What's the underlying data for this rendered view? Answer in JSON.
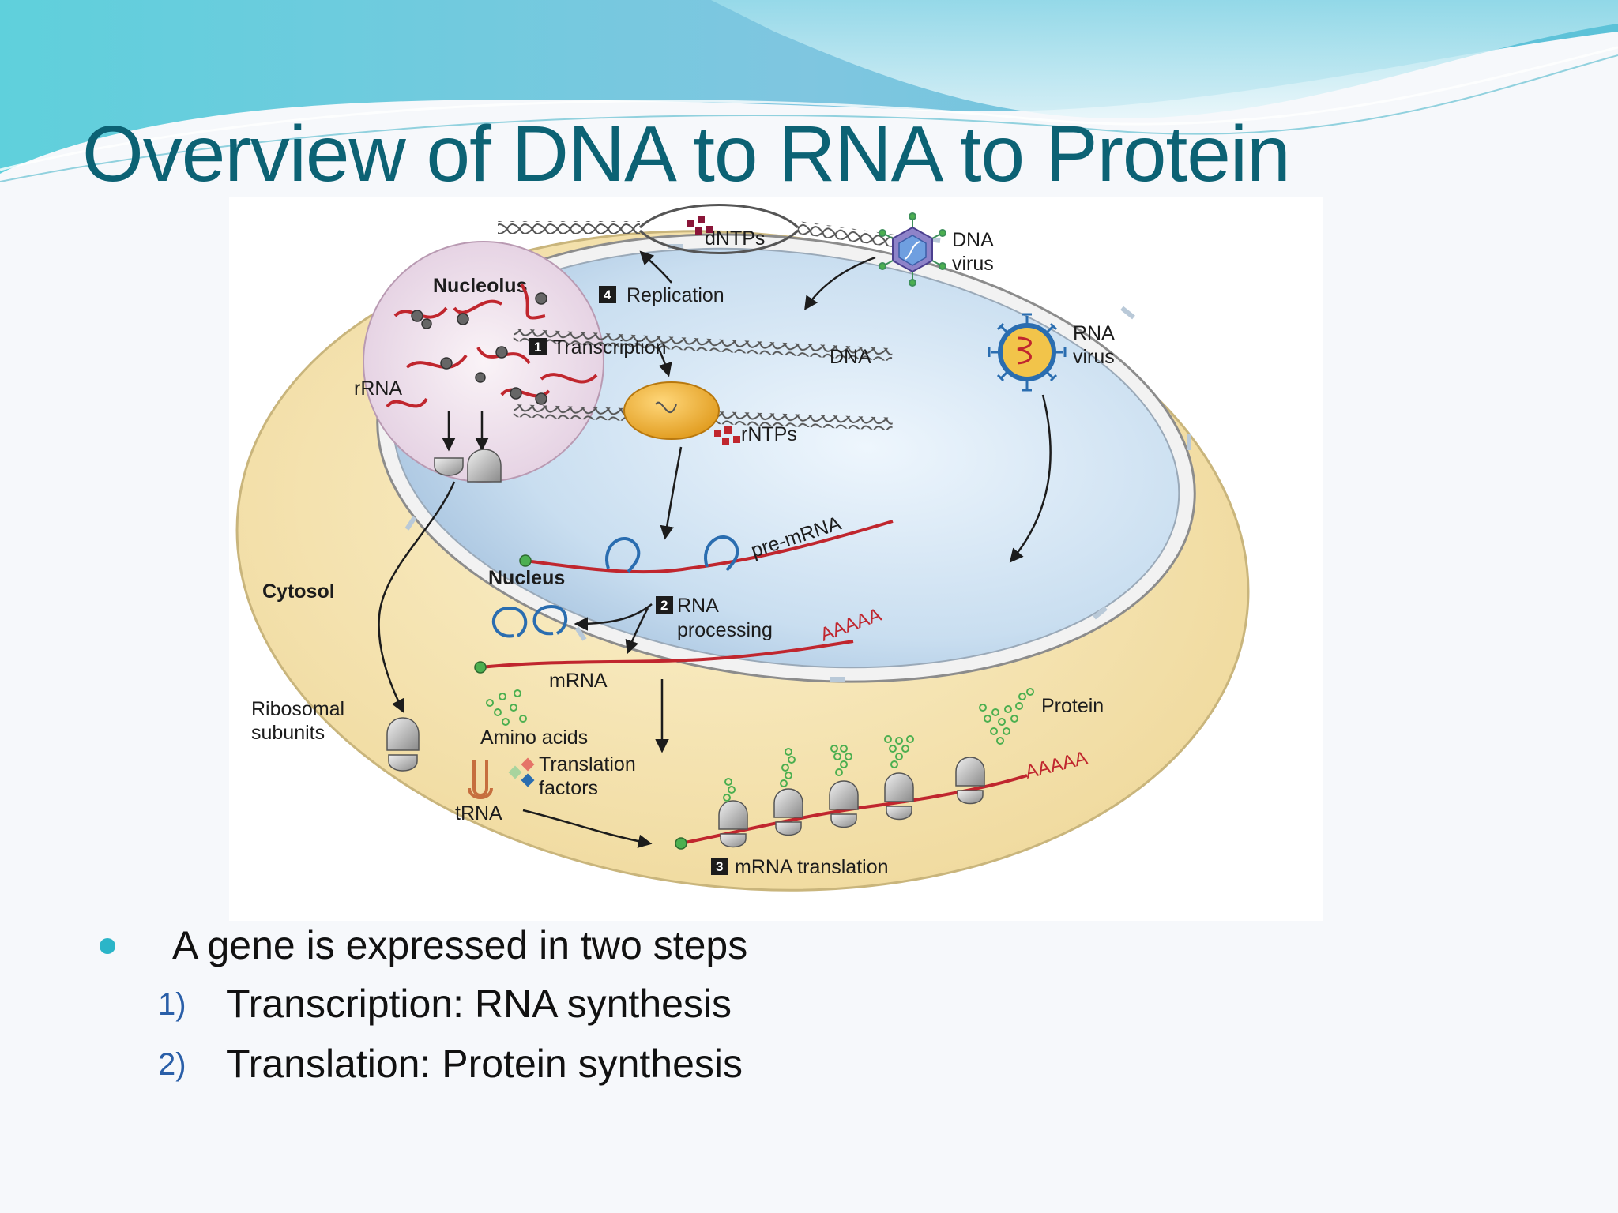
{
  "slide": {
    "title": "Overview of DNA to RNA to Protein"
  },
  "figure": {
    "cytosol": "Cytosol",
    "nucleus": "Nucleus",
    "nucleolus": "Nucleolus",
    "rrna": "rRNA",
    "dntps": "dNTPs",
    "replication": "Replication",
    "transcription": "Transcription",
    "dna": "DNA",
    "rntps": "rNTPs",
    "pre_mrna": "pre-mRNA",
    "rna": "RNA",
    "processing": "processing",
    "aaaaa": "AAAAA",
    "mrna": "mRNA",
    "dna_virus_line1": "DNA",
    "dna_virus_line2": "virus",
    "rna_virus_line1": "RNA",
    "rna_virus_line2": "virus",
    "ribosomal_line1": "Ribosomal",
    "ribosomal_line2": "subunits",
    "amino_acids": "Amino acids",
    "translation_factors_line1": "Translation",
    "translation_factors_line2": "factors",
    "trna": "tRNA",
    "protein": "Protein",
    "mrna_translation": "mRNA translation",
    "step1": "1",
    "step2": "2",
    "step3": "3",
    "step4": "4"
  },
  "bullets": {
    "main": "A gene is expressed in two steps",
    "items": [
      {
        "marker": "1)",
        "text": "Transcription: RNA synthesis"
      },
      {
        "marker": "2)",
        "text": "Translation: Protein synthesis"
      }
    ]
  },
  "colors": {
    "title": "#0c6274",
    "bullet": "#2bb5c8",
    "rna_red": "#c0262e",
    "cytosol": "#f5e6b4",
    "nucleus": "#c6ddf0"
  }
}
